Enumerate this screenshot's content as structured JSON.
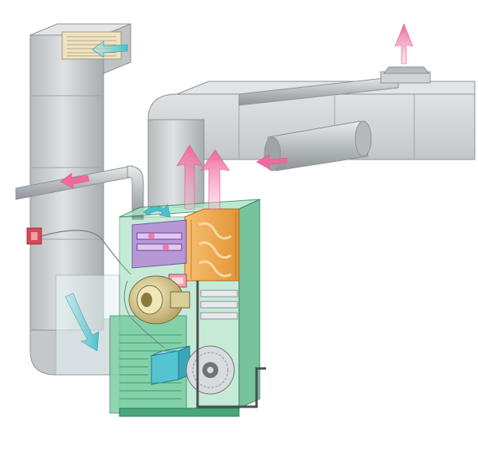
{
  "illustration": {
    "components": [
      "return-air-grille",
      "return-air-duct",
      "supply-air-duct",
      "supply-branch-duct",
      "room-register-outlet",
      "exhaust-flue-pipe",
      "thermostat",
      "furnace-cabinet",
      "burner-assembly",
      "heat-exchanger",
      "gas-valve-control",
      "draft-inducer-motor",
      "blower-fan",
      "control-box",
      "air-filter",
      "condensate-drain-line"
    ],
    "airflow_arrows": {
      "return_intake": "teal",
      "cool_return_down": "teal",
      "hot_supply_up": "pink",
      "exhaust_out": "pink"
    },
    "colors": {
      "duct_metal": "#c9ccce",
      "duct_shadow": "#9ea3a6",
      "cabinet_green": "#7fd3a8",
      "heat_exchanger_orange": "#f0a848",
      "burner_purple": "#b58ad8",
      "hot_air_pink": "#f27aa8",
      "cool_air_teal": "#5cc7d0",
      "grille_beige": "#efe3c4",
      "thermostat_red": "#d8485a"
    }
  }
}
